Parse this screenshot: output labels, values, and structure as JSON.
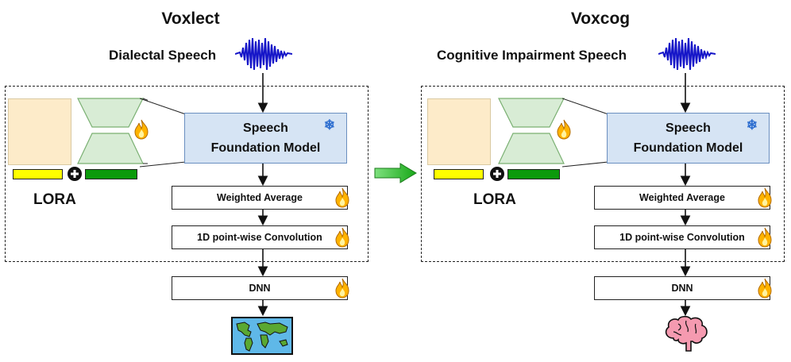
{
  "panels": [
    {
      "title": "Voxlect",
      "input_label": "Dialectal Speech",
      "lora_label": "LORA",
      "model_line1": "Speech",
      "model_line2": "Foundation Model",
      "blocks": [
        "Weighted Average",
        "1D point-wise Convolution",
        "DNN"
      ],
      "output_icon": "world-map-icon"
    },
    {
      "title": "Voxcog",
      "input_label": "Cognitive Impairment Speech",
      "lora_label": "LORA",
      "model_line1": "Speech",
      "model_line2": "Foundation Model",
      "blocks": [
        "Weighted Average",
        "1D point-wise Convolution",
        "DNN"
      ],
      "output_icon": "brain-icon"
    }
  ],
  "icons": {
    "frozen": "snowflake-icon",
    "trainable": "flame-icon",
    "audio": "waveform-icon",
    "transition": "arrow-right-icon"
  },
  "colors": {
    "lora_matrix": "#fdebc9",
    "lora_adapter": "#d8ecd5",
    "bar_yellow": "#ffff00",
    "bar_green": "#0b9a0b",
    "model_fill": "#d6e4f4",
    "wave": "#1515c8",
    "flame": "#ffb300",
    "map_sea": "#5fb8e8",
    "map_land": "#5aa832",
    "brain": "#f59ab0",
    "arrow": "#22bb22"
  }
}
